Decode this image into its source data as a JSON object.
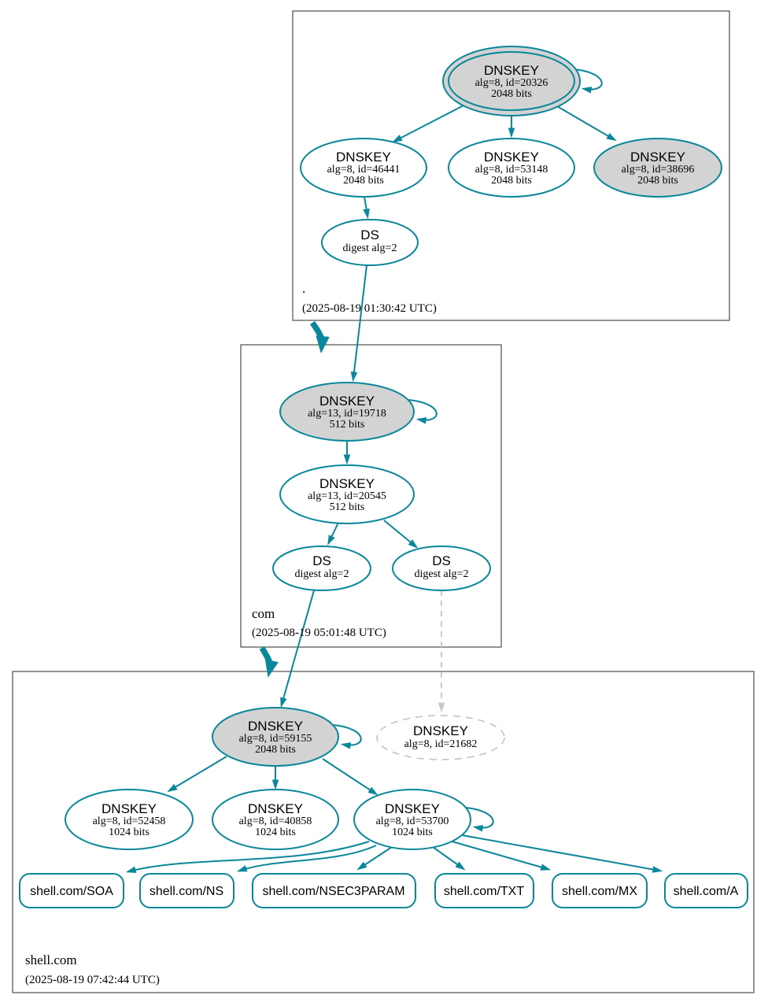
{
  "colors": {
    "edge_secure": "#0a879a",
    "node_key_fill": "#d3d3d3",
    "missing_gray": "#c9c9c9",
    "zone_border": "#4d4d4d",
    "text": "#000000"
  },
  "zones": [
    {
      "label": ".",
      "timestamp": "(2025-08-19 01:30:42 UTC)",
      "nodes": {
        "ksk": {
          "title": "DNSKEY",
          "detail": "alg=8, id=20326",
          "bits": "2048 bits"
        },
        "zsk1": {
          "title": "DNSKEY",
          "detail": "alg=8, id=46441",
          "bits": "2048 bits"
        },
        "zsk2": {
          "title": "DNSKEY",
          "detail": "alg=8, id=53148",
          "bits": "2048 bits"
        },
        "zsk3": {
          "title": "DNSKEY",
          "detail": "alg=8, id=38696",
          "bits": "2048 bits"
        },
        "ds": {
          "title": "DS",
          "detail": "digest alg=2"
        }
      }
    },
    {
      "label": "com",
      "timestamp": "(2025-08-19 05:01:48 UTC)",
      "nodes": {
        "ksk": {
          "title": "DNSKEY",
          "detail": "alg=13, id=19718",
          "bits": "512 bits"
        },
        "zsk": {
          "title": "DNSKEY",
          "detail": "alg=13, id=20545",
          "bits": "512 bits"
        },
        "ds1": {
          "title": "DS",
          "detail": "digest alg=2"
        },
        "ds2": {
          "title": "DS",
          "detail": "digest alg=2"
        }
      }
    },
    {
      "label": "shell.com",
      "timestamp": "(2025-08-19 07:42:44 UTC)",
      "nodes": {
        "ksk": {
          "title": "DNSKEY",
          "detail": "alg=8, id=59155",
          "bits": "2048 bits"
        },
        "missing": {
          "title": "DNSKEY",
          "detail": "alg=8, id=21682"
        },
        "zsk1": {
          "title": "DNSKEY",
          "detail": "alg=8, id=52458",
          "bits": "1024 bits"
        },
        "zsk2": {
          "title": "DNSKEY",
          "detail": "alg=8, id=40858",
          "bits": "1024 bits"
        },
        "zsk3": {
          "title": "DNSKEY",
          "detail": "alg=8, id=53700",
          "bits": "1024 bits"
        }
      },
      "rrsets": [
        {
          "label": "shell.com/SOA"
        },
        {
          "label": "shell.com/NS"
        },
        {
          "label": "shell.com/NSEC3PARAM"
        },
        {
          "label": "shell.com/TXT"
        },
        {
          "label": "shell.com/MX"
        },
        {
          "label": "shell.com/A"
        }
      ]
    }
  ]
}
